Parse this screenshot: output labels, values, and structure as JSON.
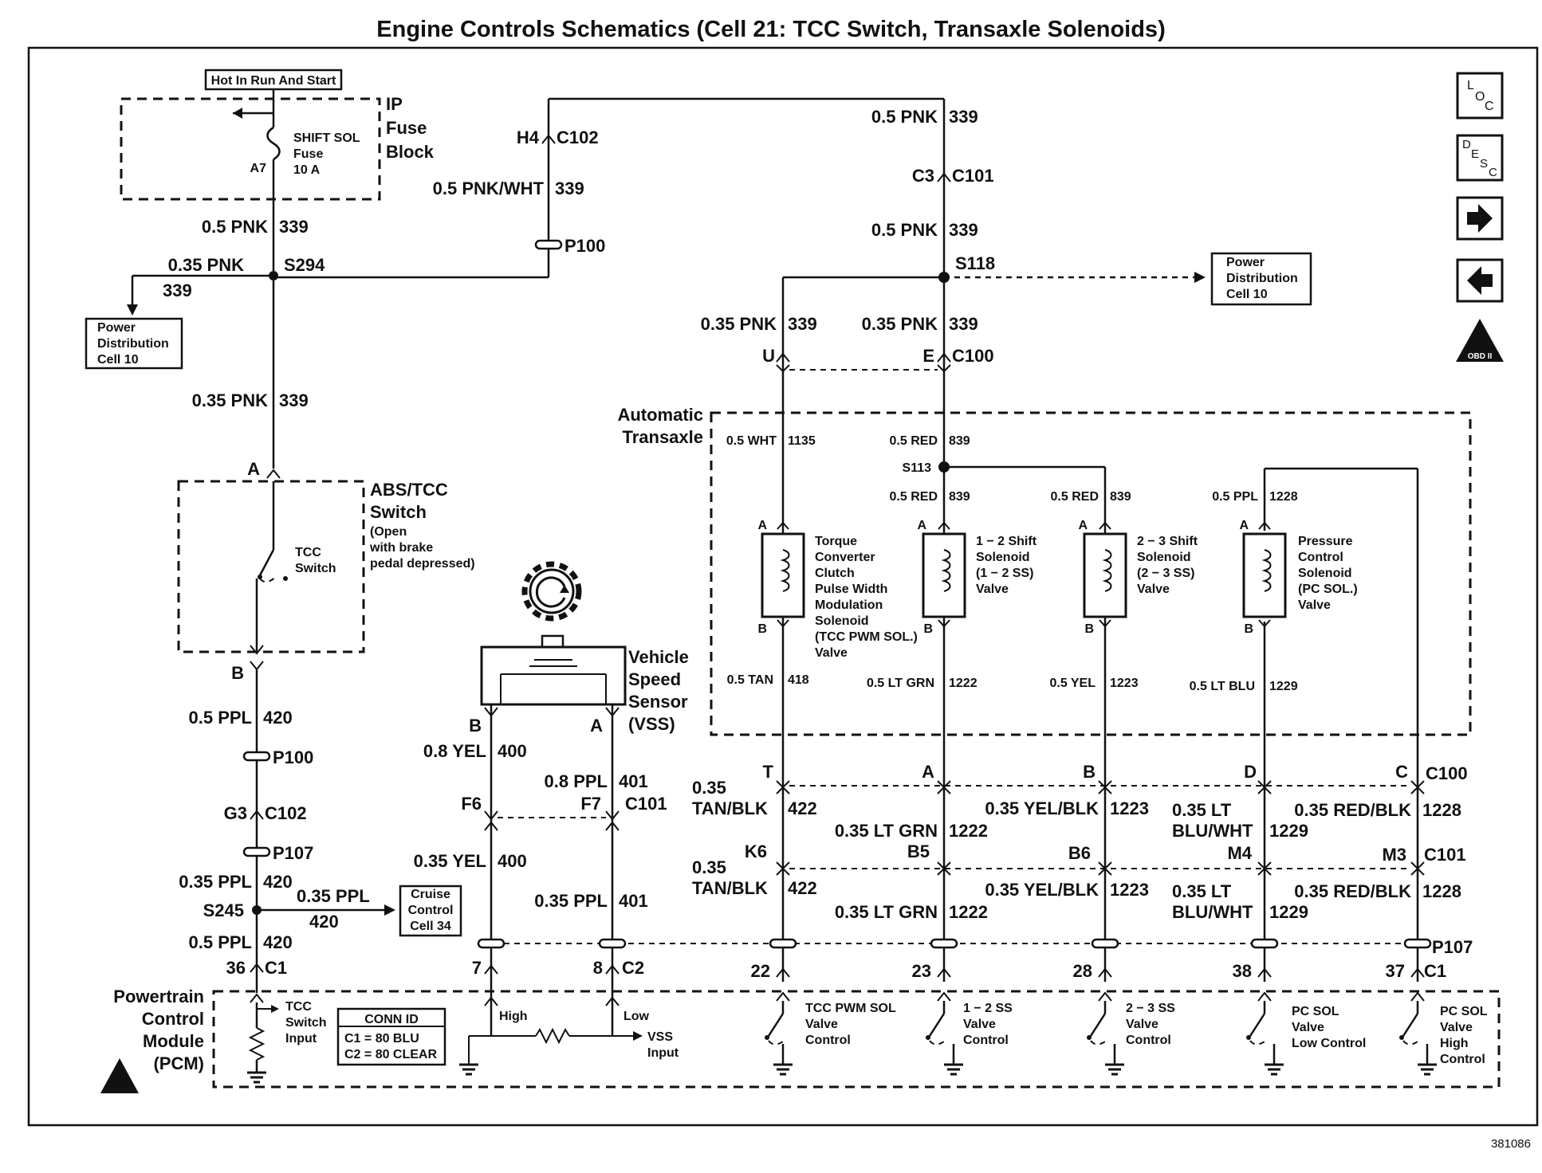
{
  "title": "Engine Controls Schematics (Cell 21: TCC Switch, Transaxle Solenoids)",
  "figure_id": "381086",
  "nav": {
    "loc_label": "LOC",
    "desc_label": "DESC",
    "obd_label": "OBD II"
  },
  "fuse_block": {
    "hot_label": "Hot In Run And Start",
    "name_lines": [
      "IP",
      "Fuse",
      "Block"
    ],
    "fuse_lines": [
      "SHIFT SOL",
      "Fuse",
      "10 A"
    ],
    "fuse_id": "A7"
  },
  "left_wires": {
    "w1": "0.5 PNK",
    "w1_circ": "339",
    "w2": "0.35 PNK",
    "w2_circ": "339",
    "splice": "S294",
    "w3": "0.35 PNK",
    "w3_circ": "339",
    "power_dist": [
      "Power",
      "Distribution",
      "Cell 10"
    ]
  },
  "abs_switch": {
    "pin_a": "A",
    "pin_b": "B",
    "title_lines": [
      "ABS/TCC",
      "Switch"
    ],
    "note_lines": [
      "(Open",
      "with brake",
      "pedal depressed)"
    ],
    "switch_lines": [
      "TCC",
      "Switch"
    ]
  },
  "tcc_lower": {
    "w1": "0.5 PPL",
    "w1_circ": "420",
    "p100": "P100",
    "g3": "G3",
    "c102": "C102",
    "p107": "P107",
    "w2": "0.35 PPL",
    "w2_circ": "420",
    "splice": "S245",
    "w3": "0.35 PPL",
    "w3_circ": "420",
    "cruise": [
      "Cruise",
      "Control",
      "Cell 34"
    ],
    "w4": "0.5 PPL",
    "w4_circ": "420",
    "pin": "36",
    "conn": "C1"
  },
  "center_wires": {
    "h4": "H4",
    "c102": "C102",
    "w1": "0.5 PNK/WHT",
    "w1_circ": "339",
    "p100": "P100",
    "top": "0.5 PNK",
    "top_circ": "339",
    "c3": "C3",
    "c101": "C101",
    "w2": "0.5 PNK",
    "w2_circ": "339",
    "splice": "S118",
    "power_dist": [
      "Power",
      "Distribution",
      "Cell 10"
    ],
    "wu": "0.35 PNK",
    "wu_circ": "339",
    "we": "0.35 PNK",
    "we_circ": "339",
    "u": "U",
    "e": "E",
    "c100": "C100"
  },
  "transaxle": {
    "title_lines": [
      "Automatic",
      "Transaxle"
    ],
    "w_wht": "0.5 WHT",
    "w_wht_circ": "1135",
    "w_red": "0.5 RED",
    "w_red_circ": "839",
    "splice": "S113",
    "w_red2": "0.5 RED",
    "w_red2_circ": "839",
    "w_red3": "0.5 RED",
    "w_red3_circ": "839",
    "w_ppl": "0.5 PPL",
    "w_ppl_circ": "1228",
    "solenoids": [
      {
        "lines": [
          "Torque",
          "Converter",
          "Clutch",
          "Pulse Width",
          "Modulation",
          "Solenoid",
          "(TCC PWM SOL.)",
          "Valve"
        ]
      },
      {
        "lines": [
          "1 − 2 Shift",
          "Solenoid",
          "(1 − 2 SS)",
          "Valve"
        ]
      },
      {
        "lines": [
          "2 − 3 Shift",
          "Solenoid",
          "(2 − 3 SS)",
          "Valve"
        ]
      },
      {
        "lines": [
          "Pressure",
          "Control",
          "Solenoid",
          "(PC SOL.)",
          "Valve"
        ]
      }
    ],
    "pin_a": "A",
    "pin_b": "B",
    "out": [
      {
        "w": "0.5 TAN",
        "c": "418"
      },
      {
        "w": "0.5 LT GRN",
        "c": "1222"
      },
      {
        "w": "0.5 YEL",
        "c": "1223"
      },
      {
        "w": "0.5 LT BLU",
        "c": "1229"
      }
    ]
  },
  "vss": {
    "title_lines": [
      "Vehicle",
      "Speed",
      "Sensor",
      "(VSS)"
    ],
    "pin_b": "B",
    "pin_a": "A",
    "w1": "0.8 YEL",
    "w1_circ": "400",
    "w2": "0.8 PPL",
    "w2_circ": "401",
    "f6": "F6",
    "f7": "F7",
    "c101": "C101",
    "w3": "0.35 YEL",
    "w3_circ": "400",
    "w4": "0.35 PPL",
    "w4_circ": "401",
    "pin7": "7",
    "pin8": "8",
    "c2": "C2"
  },
  "lower_conn": {
    "t": "T",
    "a": "A",
    "b": "B",
    "d": "D",
    "c": "C",
    "c100": "C100",
    "k6": "K6",
    "b5": "B5",
    "b6": "B6",
    "m4": "M4",
    "m3": "M3",
    "c101": "C101",
    "p107": "P107",
    "w_tan": [
      "0.35",
      "TAN/BLK"
    ],
    "w_tan_circ": "422",
    "w_grn": "0.35 LT GRN",
    "w_grn_circ": "1222",
    "w_yel": "0.35 YEL/BLK",
    "w_yel_circ": "1223",
    "w_blu": [
      "0.35 LT",
      "BLU/WHT"
    ],
    "w_blu_circ": "1229",
    "w_red": "0.35 RED/BLK",
    "w_red_circ": "1228",
    "pins": [
      "22",
      "23",
      "28",
      "38",
      "37"
    ],
    "c1": "C1"
  },
  "pcm": {
    "title_lines": [
      "Powertrain",
      "Control",
      "Module",
      "(PCM)"
    ],
    "tcc_input": [
      "TCC",
      "Switch",
      "Input"
    ],
    "conn_id": [
      "CONN ID",
      "C1 = 80 BLU",
      "C2 = 80 CLEAR"
    ],
    "high": "High",
    "low": "Low",
    "vss_input": [
      "VSS",
      "Input"
    ],
    "controls": [
      [
        "TCC PWM SOL",
        "Valve",
        "Control"
      ],
      [
        "1 − 2 SS",
        "Valve",
        "Control"
      ],
      [
        "2 − 3 SS",
        "Valve",
        "Control"
      ],
      [
        "PC SOL",
        "Valve",
        "Low Control"
      ],
      [
        "PC SOL",
        "Valve",
        "High",
        "Control"
      ]
    ]
  }
}
